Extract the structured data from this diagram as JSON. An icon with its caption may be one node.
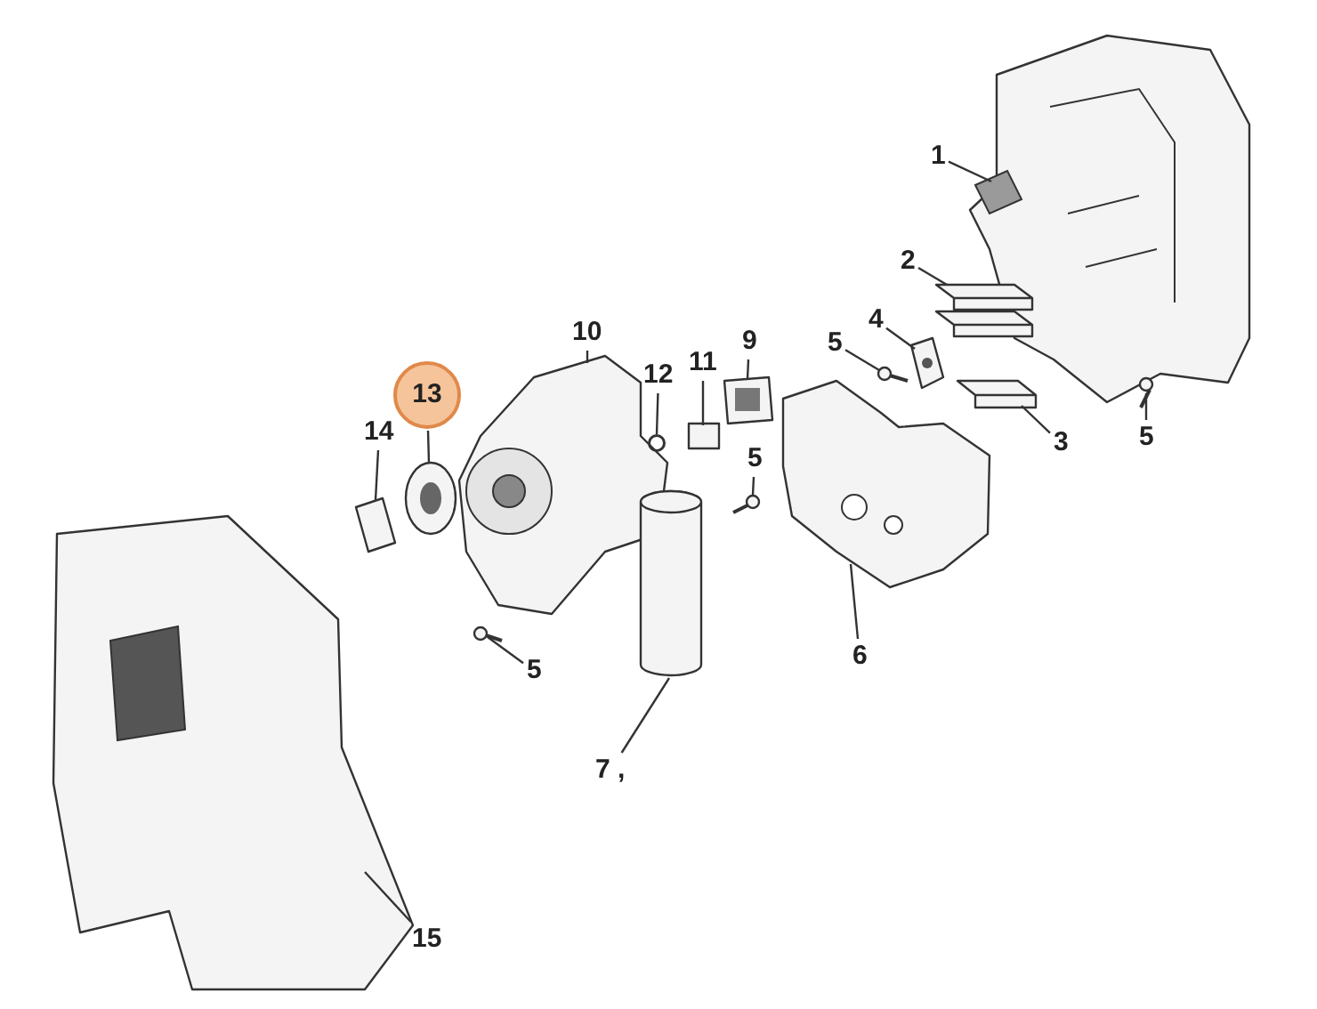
{
  "diagram": {
    "nodes": [
      {
        "text": [
          "1"
        ]
      },
      {
        "text": [
          "2"
        ]
      },
      {
        "text": [
          "5"
        ]
      },
      {
        "text": [
          "4"
        ]
      },
      {
        "text": [
          "9"
        ]
      },
      {
        "text": [
          "10"
        ]
      },
      {
        "text": [
          "11"
        ]
      },
      {
        "text": [
          "12"
        ]
      },
      {
        "text": [
          "13"
        ]
      },
      {
        "text": [
          "14"
        ]
      },
      {
        "text": [
          "5"
        ]
      },
      {
        "text": [
          "3"
        ]
      },
      {
        "text": [
          "5"
        ]
      },
      {
        "text": [
          "6"
        ]
      },
      {
        "text": [
          "5"
        ]
      },
      {
        "text": [
          "7 ,"
        ]
      },
      {
        "text": [
          "15"
        ]
      },
      {
        "text": [],
        "shape": "picture"
      },
      {
        "text": [],
        "shape": "bar"
      },
      {
        "text": [],
        "shape": "picture"
      },
      {
        "text": [],
        "shape": "picture"
      },
      {
        "text": [],
        "shape": "picture"
      },
      {
        "text": [],
        "shape": "picture"
      },
      {
        "text": [],
        "shape": "box"
      },
      {
        "text": [],
        "shape": "circle"
      },
      {
        "text": [],
        "shape": "picture"
      },
      {
        "text": [],
        "shape": "picture"
      },
      {
        "text": [],
        "shape": "picture"
      },
      {
        "text": [],
        "shape": "bar"
      },
      {
        "text": [],
        "shape": "picture"
      },
      {
        "text": [],
        "shape": "picture"
      },
      {
        "text": [],
        "shape": "picture"
      },
      {
        "text": [],
        "shape": "cylinder"
      },
      {
        "text": [],
        "shape": "picture"
      }
    ],
    "edges": [
      {
        "from": 0,
        "to": 17,
        "arrow": "none"
      },
      {
        "from": 1,
        "to": 18,
        "arrow": "none"
      },
      {
        "from": 2,
        "to": 19,
        "arrow": "none"
      },
      {
        "from": 3,
        "to": 20,
        "arrow": "none"
      },
      {
        "from": 4,
        "to": 21,
        "arrow": "none"
      },
      {
        "from": 5,
        "to": 22,
        "arrow": "none"
      },
      {
        "from": 6,
        "to": 23,
        "arrow": "none"
      },
      {
        "from": 7,
        "to": 24,
        "arrow": "none"
      },
      {
        "from": 8,
        "to": 25,
        "arrow": "none"
      },
      {
        "from": 9,
        "to": 26,
        "arrow": "none"
      },
      {
        "from": 10,
        "to": 27,
        "arrow": "none"
      },
      {
        "from": 11,
        "to": 28,
        "arrow": "none"
      },
      {
        "from": 12,
        "to": 29,
        "arrow": "none"
      },
      {
        "from": 13,
        "to": 30,
        "arrow": "none"
      },
      {
        "from": 14,
        "to": 31,
        "arrow": "none"
      },
      {
        "from": 15,
        "to": 32,
        "arrow": "none"
      },
      {
        "from": 16,
        "to": 33,
        "arrow": "none"
      }
    ]
  }
}
